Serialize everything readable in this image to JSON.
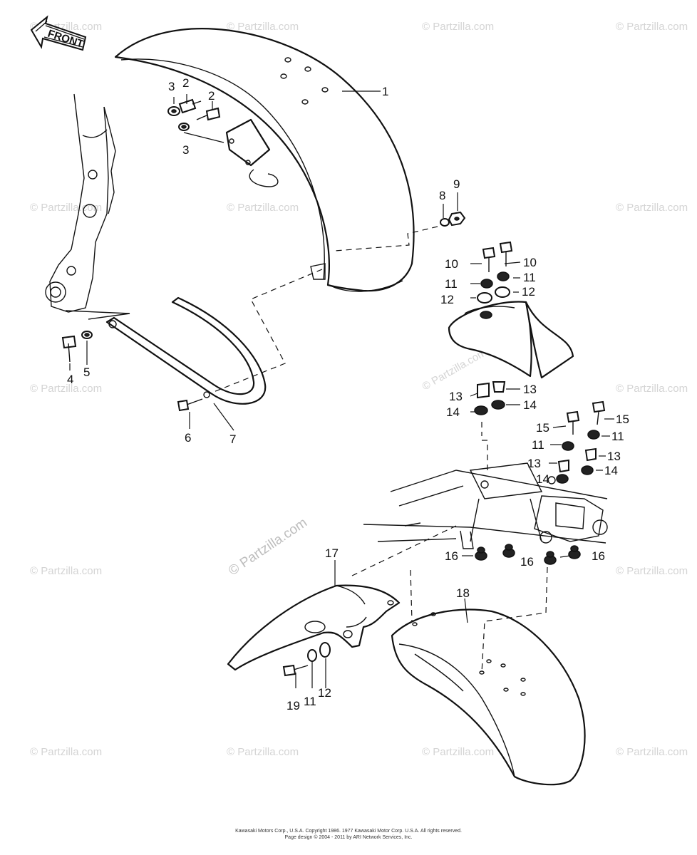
{
  "direction_label": "FRONT",
  "watermark_text": "© Partzilla.com",
  "callouts": {
    "c1": "1",
    "c2a": "2",
    "c2b": "2",
    "c3a": "3",
    "c3b": "3",
    "c4": "4",
    "c5": "5",
    "c6": "6",
    "c7": "7",
    "c8": "8",
    "c9": "9",
    "c10a": "10",
    "c10b": "10",
    "c11a": "11",
    "c11b": "11",
    "c11c": "11",
    "c11d": "11",
    "c11e": "11",
    "c12a": "12",
    "c12b": "12",
    "c12c": "12",
    "c13a": "13",
    "c13b": "13",
    "c13c": "13",
    "c13d": "13",
    "c14a": "14",
    "c14b": "14",
    "c14c": "14",
    "c14d": "14",
    "c15a": "15",
    "c15b": "15",
    "c16a": "16",
    "c16b": "16",
    "c16c": "16",
    "c17": "17",
    "c18": "18",
    "c19": "19"
  },
  "footer": {
    "line1": "Kawasaki Motors Corp., U.S.A. Copyright 1986. 1977 Kawasaki Motor Corp. U.S.A. All rights reserved.",
    "line2": "Page design © 2004 - 2011 by ARI Network Services, Inc."
  }
}
